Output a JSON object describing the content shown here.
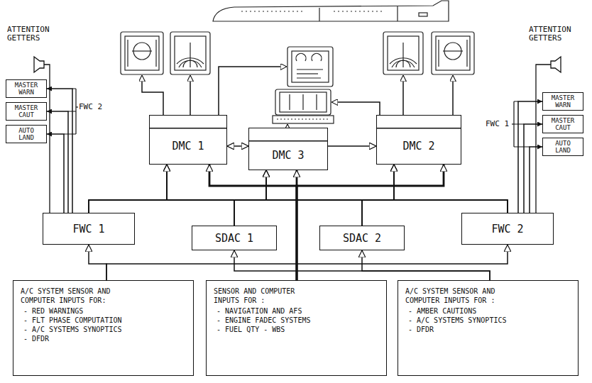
{
  "diagram": {
    "nodes": [
      {
        "text": [
          "MASTER WARN"
        ]
      },
      {
        "text": [
          "MASTER CAUT"
        ]
      },
      {
        "text": [
          "AUTO LAND"
        ]
      },
      {
        "text": [
          "MASTER WARN"
        ]
      },
      {
        "text": [
          "MASTER CAUT"
        ]
      },
      {
        "text": [
          "AUTO LAND"
        ]
      },
      {
        "text": [
          "DMC 1"
        ]
      },
      {
        "text": [
          "DMC 3"
        ]
      },
      {
        "text": [
          "DMC 2"
        ]
      },
      {
        "text": [
          "FWC 1"
        ]
      },
      {
        "text": [
          "SDAC 1"
        ]
      },
      {
        "text": [
          "SDAC 2"
        ]
      },
      {
        "text": [
          "FWC 2"
        ]
      },
      {
        "text": [
          "A/C SYSTEM SENSOR AND COMPUTER INPUTS FOR:",
          "- RED WARNINGS",
          "- FLT PHASE COMPUTATION",
          "- A/C SYSTEMS SYNOPTICS",
          "- DFDR"
        ]
      },
      {
        "text": [
          "SENSOR AND COMPUTER INPUTS FOR :",
          "- NAVIGATION AND AFS",
          "- ENGINE FADEC SYSTEMS",
          "- FUEL QTY - WBS"
        ]
      },
      {
        "text": [
          "A/C SYSTEM SENSOR AND COMPUTER INPUTS FOR :",
          "- AMBER CAUTIONS",
          "- A/C SYSTEMS SYNOPTICS",
          "- DFDR"
        ]
      }
    ],
    "edges": [
      {
        "from": 9,
        "to": 0,
        "arrow": "to"
      },
      {
        "from": 9,
        "to": 1,
        "arrow": "to"
      },
      {
        "from": 9,
        "to": 2,
        "arrow": "to"
      },
      {
        "from": 12,
        "to": 3,
        "arrow": "to"
      },
      {
        "from": 12,
        "to": 4,
        "arrow": "to"
      },
      {
        "from": 12,
        "to": 5,
        "arrow": "to"
      },
      {
        "from": 6,
        "to": 7,
        "arrow": "both"
      },
      {
        "from": 7,
        "to": 8,
        "arrow": "to"
      },
      {
        "from": 9,
        "to": 6,
        "arrow": "to"
      },
      {
        "from": 9,
        "to": 7,
        "arrow": "to"
      },
      {
        "from": 9,
        "to": 8,
        "arrow": "to"
      },
      {
        "from": 10,
        "to": 6,
        "arrow": "to"
      },
      {
        "from": 10,
        "to": 7,
        "arrow": "to"
      },
      {
        "from": 10,
        "to": 8,
        "arrow": "to"
      },
      {
        "from": 11,
        "to": 6,
        "arrow": "to"
      },
      {
        "from": 11,
        "to": 7,
        "arrow": "to"
      },
      {
        "from": 11,
        "to": 8,
        "arrow": "to"
      },
      {
        "from": 12,
        "to": 6,
        "arrow": "to"
      },
      {
        "from": 12,
        "to": 7,
        "arrow": "to"
      },
      {
        "from": 12,
        "to": 8,
        "arrow": "to"
      },
      {
        "from": 14,
        "to": 6,
        "arrow": "to"
      },
      {
        "from": 14,
        "to": 7,
        "arrow": "to"
      },
      {
        "from": 14,
        "to": 8,
        "arrow": "to"
      },
      {
        "from": 13,
        "to": 9,
        "arrow": "to"
      },
      {
        "from": 13,
        "to": 12,
        "arrow": "to"
      },
      {
        "from": 15,
        "to": 10,
        "arrow": "to"
      },
      {
        "from": 15,
        "to": 11,
        "arrow": "to"
      }
    ],
    "labels": [
      "ATTENTION GETTERS",
      "ATTENTION GETTERS",
      "FWC 2",
      "FWC 1"
    ]
  }
}
